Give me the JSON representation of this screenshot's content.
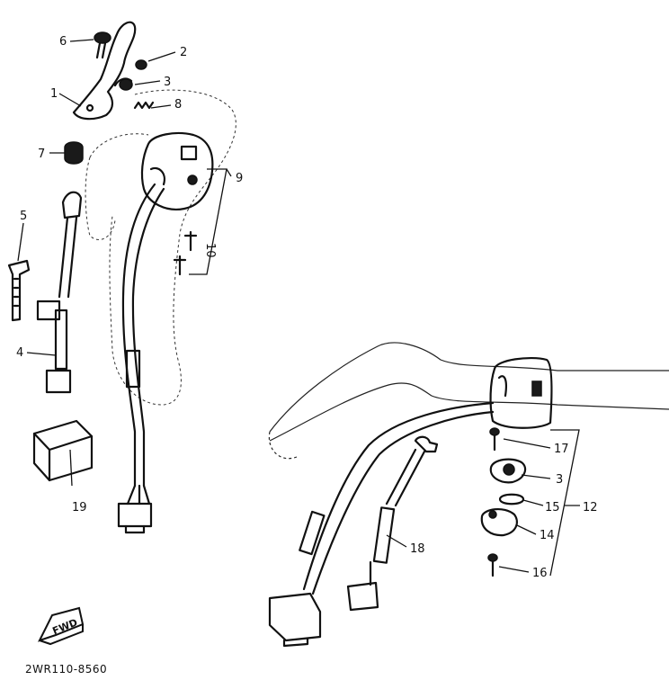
{
  "diagram_code": "2WR110-8560",
  "fwd_label": "FWD",
  "callouts": {
    "c1": "1",
    "c2": "2",
    "c3a": "3",
    "c4": "4",
    "c5": "5",
    "c6": "6",
    "c7": "7",
    "c8": "8",
    "c9": "9",
    "c10": "10",
    "c12": "12",
    "c14": "14",
    "c15": "15",
    "c16": "16",
    "c17": "17",
    "c18": "18",
    "c19": "19",
    "c3b": "3"
  }
}
